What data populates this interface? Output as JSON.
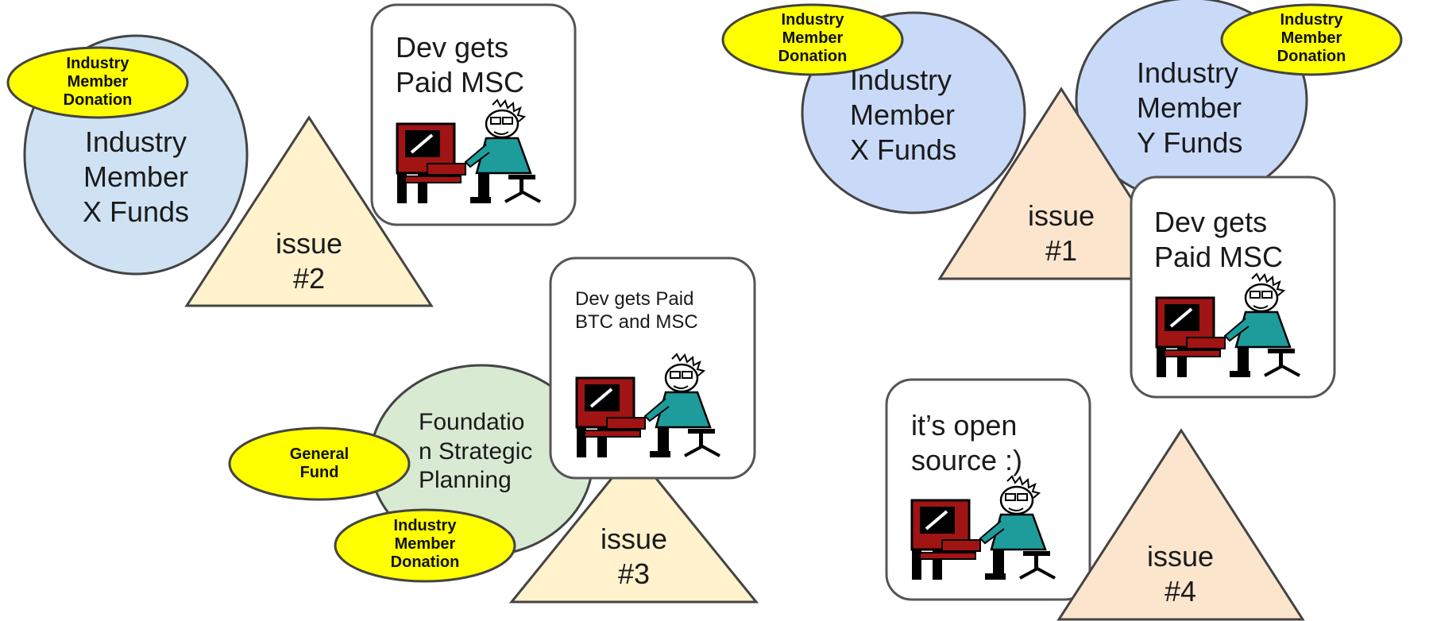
{
  "colors": {
    "circle_blue_light": "#cfe2f3",
    "circle_blue": "#c9daf8",
    "circle_green": "#d9ead3",
    "triangle_beige": "#fff2cc",
    "triangle_peach": "#fce5cd",
    "badge_yellow": "#ffff00",
    "card_border": "#555555",
    "stroke": "#444444"
  },
  "icons": [
    "developer-at-computer-icon"
  ],
  "scene_left": {
    "fund_circle": "Industry\nMember\nX Funds",
    "donation_badge": "Industry\nMember\nDonation",
    "issue_triangle": "issue\n#2",
    "dev_card": "Dev gets\nPaid MSC"
  },
  "scene_middle": {
    "foundation_circle": "Foundatio\nn Strategic\nPlanning",
    "general_fund_badge": "General\nFund",
    "donation_badge": "Industry\nMember\nDonation",
    "issue_triangle": "issue\n#3",
    "dev_card": "Dev gets Paid\nBTC and MSC"
  },
  "scene_right": {
    "fund_circle_x": "Industry\nMember\nX Funds",
    "fund_circle_y": "Industry\nMember\nY Funds",
    "donation_badge_left": "Industry\nMember\nDonation",
    "donation_badge_right": "Industry\nMember\nDonation",
    "issue_triangle": "issue\n#1",
    "dev_card": "Dev gets\nPaid MSC"
  },
  "scene_bottom_right": {
    "dev_card": "it’s open\nsource :)",
    "issue_triangle": "issue\n#4"
  }
}
